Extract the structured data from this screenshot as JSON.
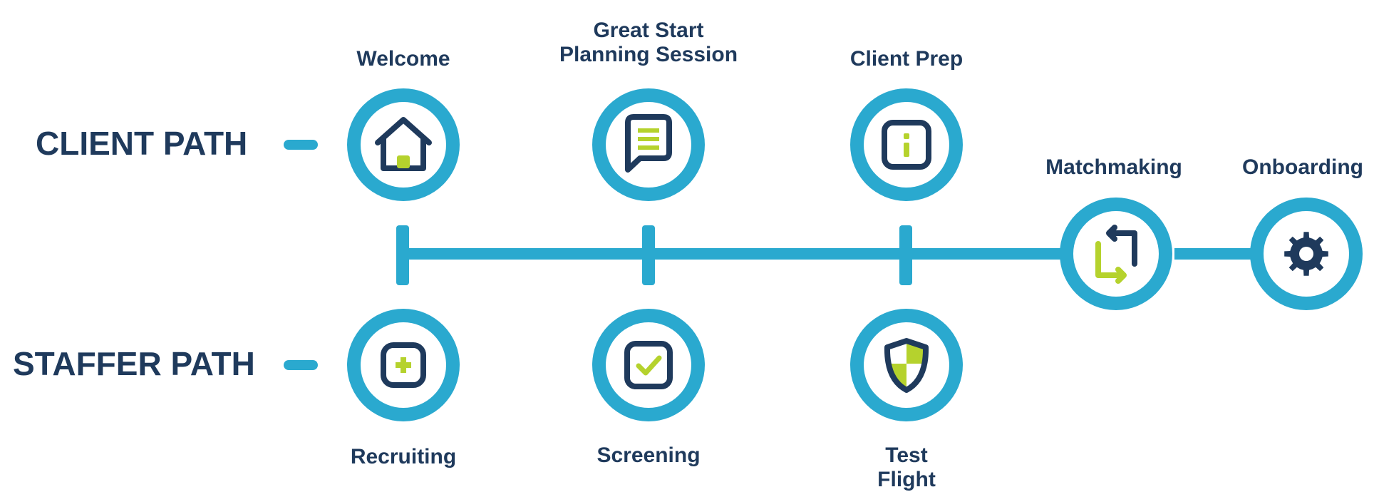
{
  "paths": {
    "client": "CLIENT PATH",
    "staffer": "STAFFER PATH"
  },
  "client_steps": [
    {
      "label": "Welcome",
      "icon": "home-icon"
    },
    {
      "label": "Great Start\nPlanning Session",
      "icon": "chat-icon"
    },
    {
      "label": "Client Prep",
      "icon": "info-icon"
    }
  ],
  "staffer_steps": [
    {
      "label": "Recruiting",
      "icon": "plus-icon"
    },
    {
      "label": "Screening",
      "icon": "checkbox-icon"
    },
    {
      "label": "Test\nFlight",
      "icon": "shield-icon"
    }
  ],
  "shared_steps": [
    {
      "label": "Matchmaking",
      "icon": "swap-arrows-icon"
    },
    {
      "label": "Onboarding",
      "icon": "gear-icon"
    }
  ],
  "colors": {
    "ring": "#2aa9cf",
    "navy": "#1f3a5c",
    "accent": "#b5d22d"
  }
}
